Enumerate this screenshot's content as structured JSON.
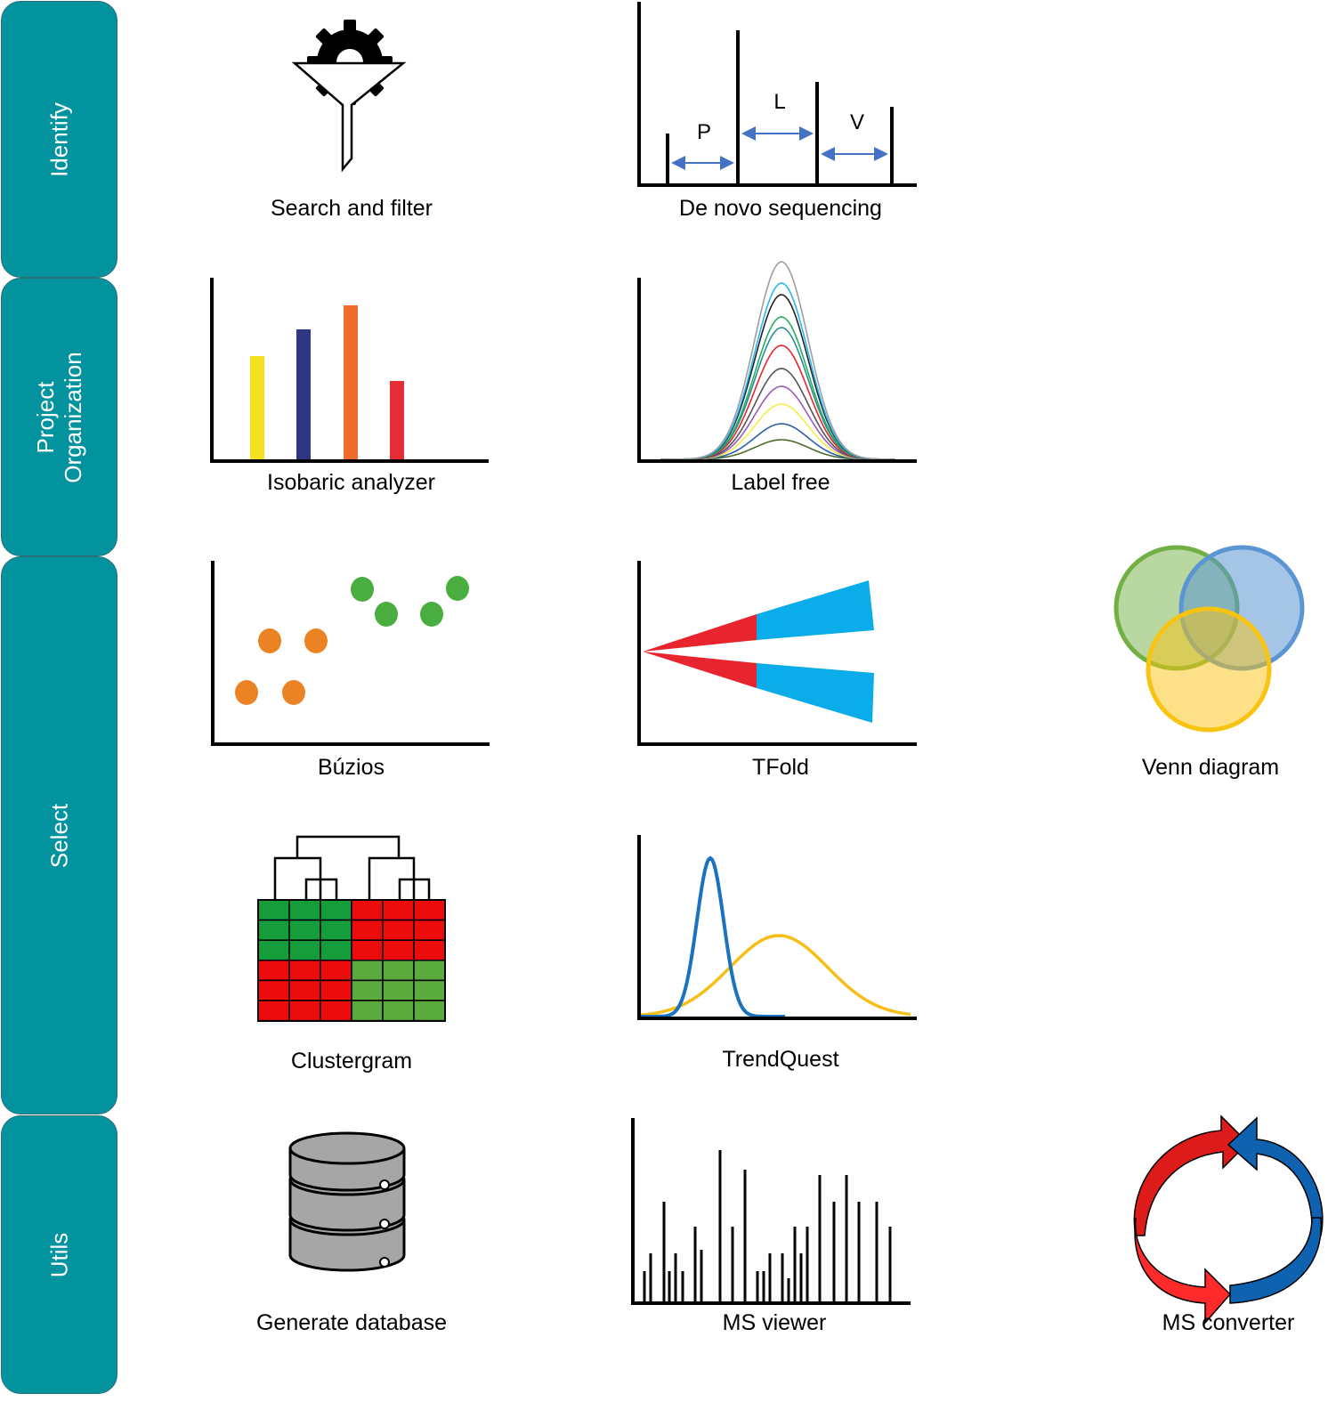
{
  "colors": {
    "tab_bg": "#03939f",
    "tab_border": "#2d6f77",
    "tab_text": "#ffffff",
    "arrow_blue": "#4472c4",
    "bar_yellow": "#f5e11f",
    "bar_navy": "#2e3782",
    "bar_orange": "#ef6c2c",
    "bar_red": "#e52d35",
    "dot_orange": "#eb8325",
    "dot_green": "#49ad3f",
    "tfold_red": "#e8242e",
    "tfold_blue": "#0aadea",
    "heat_green": "#159d3c",
    "heat_red": "#ec0c0c",
    "heat_green_light": "#5aaa3e",
    "trend_blue": "#1a73bf",
    "trend_yellow": "#f7be17",
    "venn_green": "#72b043",
    "venn_blue": "#5b95d3",
    "venn_yellow": "#f9c311",
    "db_gray": "#a6a6a6",
    "converter_red": "#dd1b1b",
    "converter_blue": "#0f62b0"
  },
  "categories": [
    {
      "label": "Identify"
    },
    {
      "label": "Project\nOrganization"
    },
    {
      "label": "Select"
    },
    {
      "label": "Utils"
    }
  ],
  "tools": {
    "search_filter": {
      "label": "Search and filter",
      "icon": "funnel-gear-icon"
    },
    "de_novo": {
      "label": "De novo sequencing",
      "icon": "spectrum-peaks-icon",
      "residues": [
        "P",
        "L",
        "V"
      ]
    },
    "isobaric": {
      "label": "Isobaric analyzer",
      "icon": "bar-chart-icon"
    },
    "label_free": {
      "label": "Label free",
      "icon": "gaussian-peaks-icon"
    },
    "buzios": {
      "label": "Búzios",
      "icon": "scatter-plot-icon"
    },
    "tfold": {
      "label": "TFold",
      "icon": "fold-change-cones-icon"
    },
    "venn": {
      "label": "Venn diagram",
      "icon": "venn-diagram-icon"
    },
    "clustergram": {
      "label": "Clustergram",
      "icon": "heatmap-dendrogram-icon"
    },
    "trendquest": {
      "label": "TrendQuest",
      "icon": "distribution-curves-icon"
    },
    "generate_db": {
      "label": "Generate database",
      "icon": "database-icon"
    },
    "ms_viewer": {
      "label": "MS viewer",
      "icon": "mass-spectrum-icon"
    },
    "ms_converter": {
      "label": "MS converter",
      "icon": "circular-arrows-icon"
    }
  }
}
